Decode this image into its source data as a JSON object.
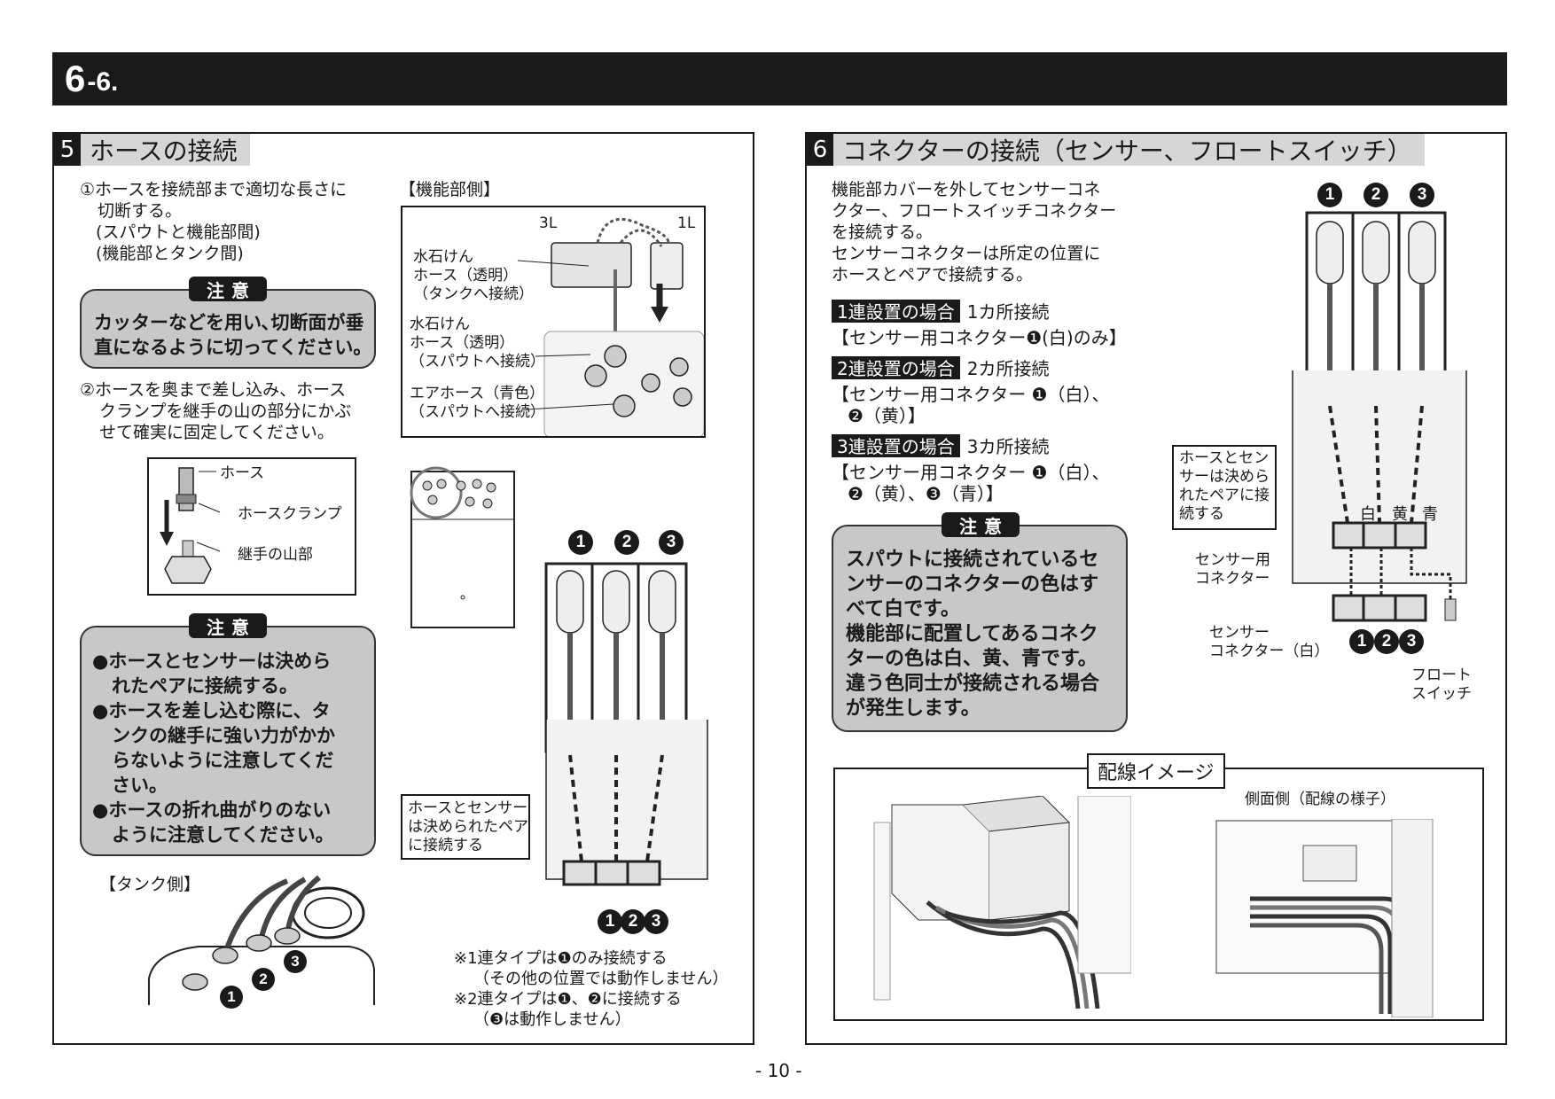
{
  "header": {
    "num": "6",
    "sub": "-6."
  },
  "s5": {
    "num": "5",
    "title": "ホースの接続",
    "step1": [
      "①ホースを接続部まで適切な長さに",
      "切断する。",
      "(スパウトと機能部間)",
      "(機能部とタンク間)"
    ],
    "caution_label": "注意",
    "caution1": [
      "カッターなどを用い､切断面が垂",
      "直になるように切ってください。"
    ],
    "step2": [
      "②ホースを奥まで差し込み、ホース",
      "クランプを継手の山の部分にかぶ",
      "せて確実に固定してください。"
    ],
    "clamp_labels": [
      "ホース",
      "ホースクランプ",
      "継手の山部"
    ],
    "caution2": [
      "●ホースとセンサーは決めら",
      "れたペアに接続する。",
      "●ホースを差し込む際に、タ",
      "ンクの継手に強い力がかか",
      "らないように注意してくだ",
      "さい。",
      "●ホースの折れ曲がりのない",
      "ように注意してください。"
    ],
    "tank_label": "【タンク側】",
    "func_label": "【機能部側】",
    "func_3l": "3L",
    "func_1l": "1L",
    "func_labels": [
      [
        "水石けん",
        "ホース（透明）",
        "（タンクへ接続）"
      ],
      [
        "水石けん",
        "ホース（透明）",
        "（スパウトへ接続）"
      ],
      [
        "エアホース（青色）",
        "（スパウトへ接続）"
      ]
    ],
    "pair_note": [
      "ホースとセンサー",
      "は決められたペア",
      "に接続する"
    ],
    "nums": [
      "1",
      "2",
      "3"
    ],
    "footnotes": [
      "※1連タイプは❶のみ接続する",
      "（その他の位置では動作しません）",
      "※2連タイプは❶、❷に接続する",
      "（❸は動作しません）"
    ]
  },
  "s6": {
    "num": "6",
    "title": "コネクターの接続（センサー、フロートスイッチ）",
    "intro": [
      "機能部カバーを外してセンサーコネ",
      "クター、フロートスイッチコネクター",
      "を接続する。",
      "センサーコネクターは所定の位置に",
      "ホースとペアで接続する。"
    ],
    "cases": [
      {
        "label": "1連設置の場合",
        "count": "1カ所接続",
        "lines": [
          "【センサー用コネクター❶(白)のみ】"
        ]
      },
      {
        "label": "2連設置の場合",
        "count": "2カ所接続",
        "lines": [
          "【センサー用コネクター ❶（白）、",
          "❷（黄）】"
        ]
      },
      {
        "label": "3連設置の場合",
        "count": "3カ所接続",
        "lines": [
          "【センサー用コネクター ❶（白）、",
          "❷（黄）、❸（青）】"
        ]
      }
    ],
    "caution_label": "注意",
    "caution": [
      "スパウトに接続されているセ",
      "ンサーのコネクターの色はす",
      "べて白です。",
      "機能部に配置してあるコネク",
      "ターの色は白、黄、青です。",
      "違う色同士が接続される場合",
      "が発生します。"
    ],
    "pair_note": [
      "ホースとセン",
      "サーは決めら",
      "れたペアに接",
      "続する"
    ],
    "colors": [
      "白",
      "黄",
      "青"
    ],
    "conn_label": [
      "センサー用",
      "コネクター"
    ],
    "sensor_label": [
      "センサー",
      "コネクター（白）"
    ],
    "float_label": [
      "フロート",
      "スイッチ"
    ],
    "wiring_title": "配線イメージ",
    "side_label": "側面側（配線の様子）"
  },
  "page_num": "- 10 -"
}
